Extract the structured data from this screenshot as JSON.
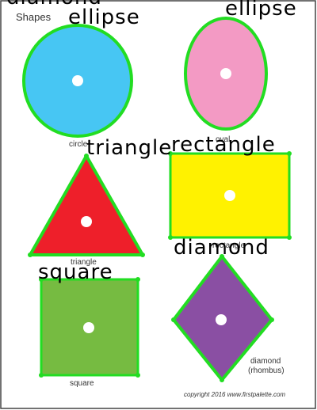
{
  "page": {
    "title": "Shapes",
    "copyright": "copyright 2016 www.firstpalette.com"
  },
  "colors": {
    "detect_outline": "#22dd22",
    "shape_stroke": "#222222",
    "page_border": "#444444",
    "hole": "#ffffff"
  },
  "shapes": [
    {
      "id": "circle",
      "caption": "circle",
      "detected_label": "ellipse",
      "fill": "#47c6f3"
    },
    {
      "id": "oval",
      "caption": "oval",
      "detected_label": "ellipse",
      "fill": "#f39ac4"
    },
    {
      "id": "triangle",
      "caption": "triangle",
      "detected_label": "triangle",
      "fill": "#ee1f2a"
    },
    {
      "id": "rectangle",
      "caption": "rectangle",
      "detected_label": "rectangle",
      "fill": "#fff200"
    },
    {
      "id": "square",
      "caption": "square",
      "detected_label": "square",
      "fill": "#76bb41"
    },
    {
      "id": "diamond",
      "caption": "diamond",
      "caption_line2": "(rhombus)",
      "detected_label": "diamond",
      "fill": "#8a4fa3"
    }
  ],
  "top_cut_label": "diamond"
}
